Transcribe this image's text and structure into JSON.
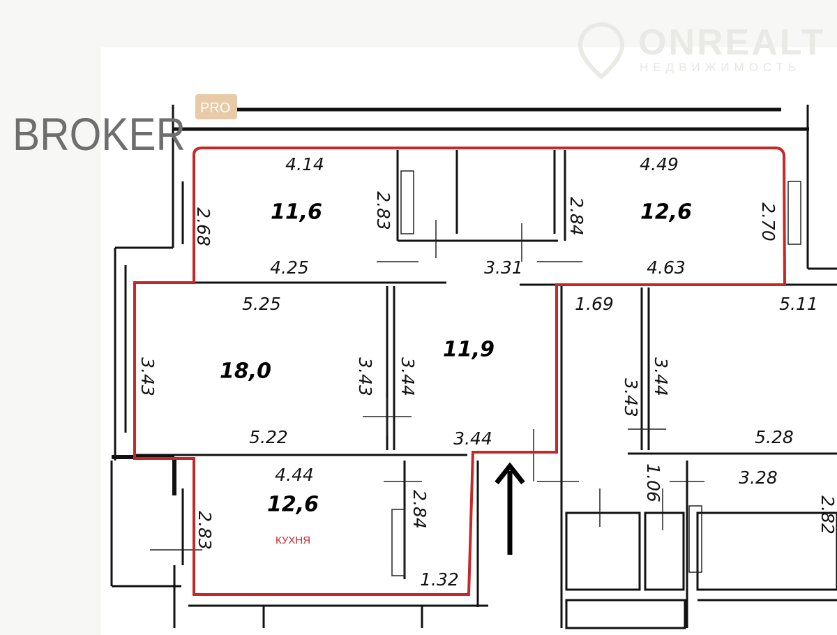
{
  "logos": {
    "broker": {
      "text": "BROKER",
      "badge": "PRO",
      "badge_color": "#e8c9a8",
      "text_color": "#6e6e6e"
    },
    "onrealt": {
      "text": "ONREALT",
      "subtitle": "НЕДВИЖИМОСТЬ"
    }
  },
  "colors": {
    "outline": "#c62828",
    "walls": "#111111"
  },
  "rooms": [
    {
      "name": "room-top-left",
      "area": "11,6"
    },
    {
      "name": "room-top-right",
      "area": "12,6"
    },
    {
      "name": "room-living",
      "area": "18,0"
    },
    {
      "name": "hallway",
      "area": "11,9"
    },
    {
      "name": "kitchen",
      "area": "12,6",
      "label": "КУХНЯ"
    }
  ],
  "dimensions": [
    "4.14",
    "2.83",
    "2.84",
    "4.49",
    "2.70",
    "2.68",
    "4.25",
    "3.31",
    "4.63",
    "5.25",
    "1.69",
    "5.11",
    "3.43",
    "3.43",
    "3.44",
    "3.44",
    "3.43",
    "5.22",
    "3.44",
    "5.28",
    "4.44",
    "2.84",
    "1.06",
    "3.28",
    "2.82",
    "2.83",
    "1.32"
  ]
}
